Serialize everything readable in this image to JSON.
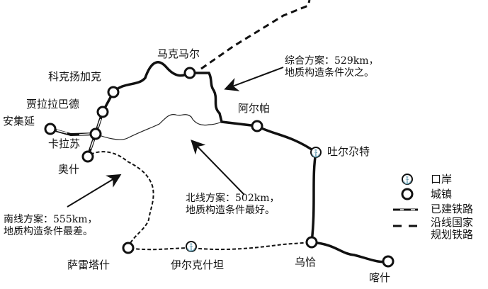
{
  "cities": {
    "makemaer": "马克马尔",
    "kekeyangjiake": "科克扬加克",
    "jialalabade": "贾拉拉巴德",
    "anjiyan": "安集延",
    "kalasu": "卡拉苏",
    "aoshi": "奥什",
    "aerpa": "阿尔帕",
    "tuergate": "吐尔尕特",
    "wuqia": "乌恰",
    "kashi": "喀什",
    "saleitashi": "萨雷塔什",
    "yierkeshitan": "伊尔克什坦"
  },
  "notes": {
    "combined": [
      "综合方案：529km，",
      "地质构造条件次之。"
    ],
    "north": [
      "北线方案：502km，",
      "地质构造条件最好。"
    ],
    "south": [
      "南线方案：555km，",
      "地质构造条件最差。"
    ]
  },
  "legend": {
    "port": "口岸",
    "town": "城镇",
    "built": "已建铁路",
    "planned": [
      "沿线国家",
      "规划铁路"
    ]
  }
}
